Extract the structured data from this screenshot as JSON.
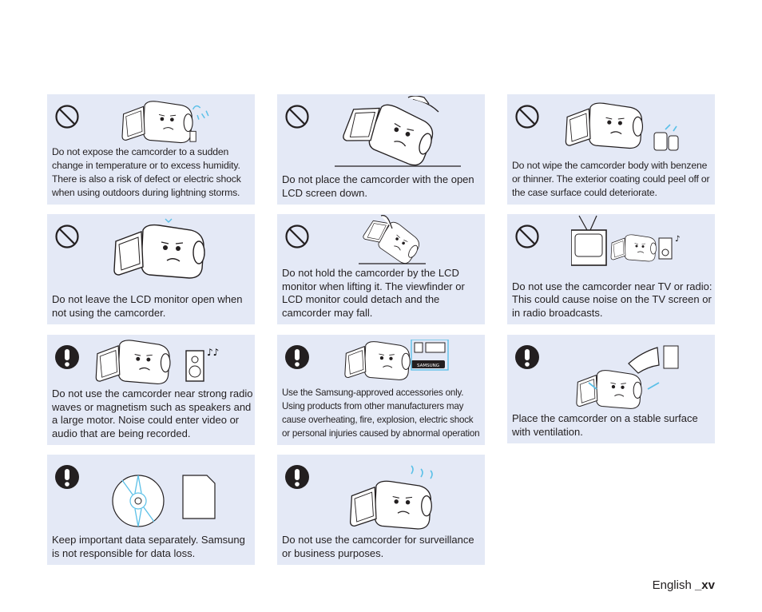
{
  "cards": [
    {
      "symbol": "prohibited",
      "text": "Do not expose the camcorder to a sudden change in temperature or to excess humidity. There is also a risk of defect or electric shock when using outdoors during lightning storms."
    },
    {
      "symbol": "prohibited",
      "text": "Do not place the camcorder with the open LCD screen down."
    },
    {
      "symbol": "prohibited",
      "text": "Do not wipe the camcorder body with benzene or thinner. The exterior coating could peel off or the case surface could deteriorate."
    },
    {
      "symbol": "prohibited",
      "text": "Do not leave the LCD monitor open when not using the camcorder."
    },
    {
      "symbol": "prohibited",
      "text": "Do not hold the camcorder by the LCD monitor when lifting it. The viewfinder or LCD monitor could detach and the camcorder may fall."
    },
    {
      "symbol": "prohibited",
      "text": "Do not use the camcorder near TV or radio: This could cause noise on the TV screen or in radio broadcasts."
    },
    {
      "symbol": "mandatory",
      "text": "Do not use the camcorder near strong radio waves or magnetism such as speakers and a large motor. Noise could enter video or audio that are being recorded."
    },
    {
      "symbol": "mandatory",
      "text": "Use the Samsung-approved accessories only. Using products from other manufacturers may cause overheating, fire, explosion, electric shock or personal injuries caused by abnormal operation"
    },
    {
      "symbol": "mandatory",
      "text": "Place the camcorder on a stable surface with ventilation."
    },
    {
      "symbol": "mandatory",
      "text": "Keep important data separately. Samsung is not responsible for data loss."
    },
    {
      "symbol": "mandatory",
      "text": "Do not use the camcorder for surveillance or business purposes."
    }
  ],
  "illustration_labels": {
    "battery_brand": "SAMSUNG"
  },
  "footer": {
    "language": "English",
    "page": "_xv"
  },
  "colors": {
    "card_bg": "#e4e9f6",
    "text": "#231f20",
    "accent": "#5bc0e8"
  }
}
